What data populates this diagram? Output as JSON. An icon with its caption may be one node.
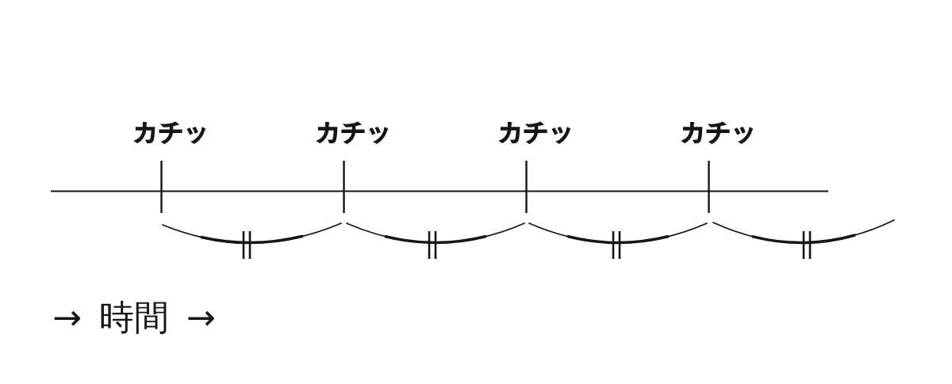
{
  "diagram": {
    "labels": [
      "カチッ",
      "カチッ",
      "カチッ",
      "カチッ",
      "→ 時間 →"
    ]
  }
}
